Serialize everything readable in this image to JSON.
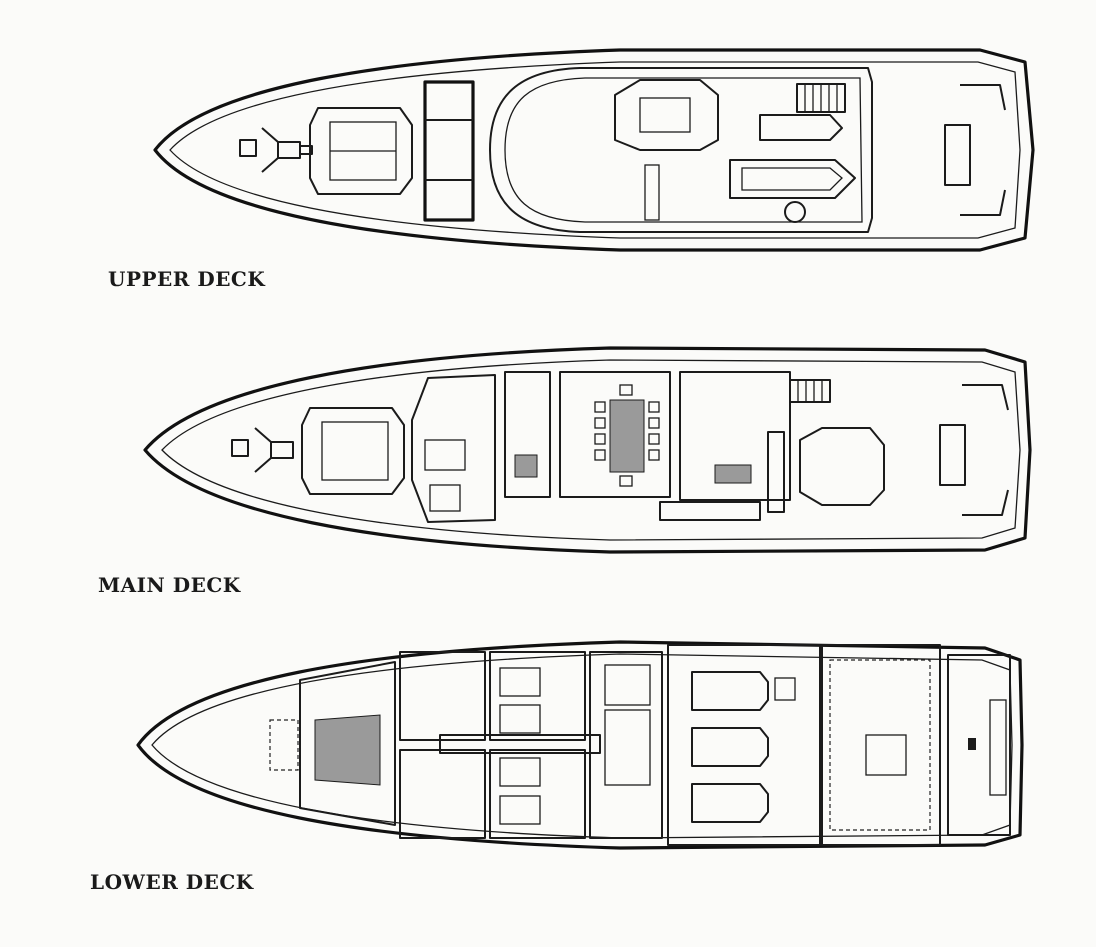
{
  "decks": [
    {
      "id": "upper",
      "label": "UPPER DECK"
    },
    {
      "id": "main",
      "label": "MAIN DECK"
    },
    {
      "id": "lower",
      "label": "LOWER DECK"
    }
  ],
  "colors": {
    "ink": "#1b1b1b",
    "paper": "#fbfbf9"
  }
}
